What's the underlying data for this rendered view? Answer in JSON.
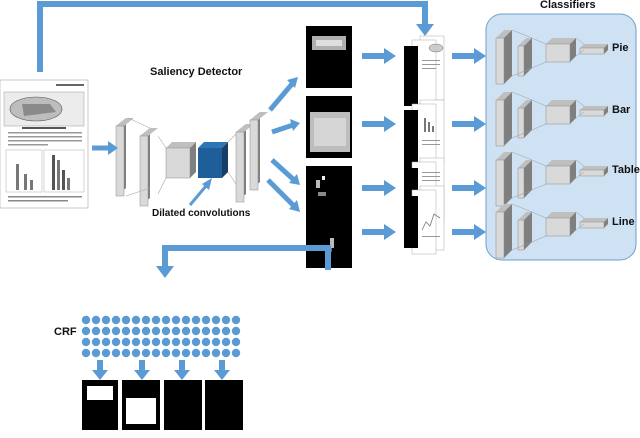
{
  "labels": {
    "saliency_detector": "Saliency Detector",
    "dilated_convolutions": "Dilated convolutions",
    "classifiers": "Classifiers",
    "crf": "CRF"
  },
  "classifier_outputs": [
    "Pie",
    "Bar",
    "Table",
    "Line"
  ],
  "colors": {
    "arrow": "#5b9bd5",
    "panel": "#cfe2f3",
    "dilated_block": "#1f5f99",
    "block_face": "#d9d9d9",
    "block_side": "#7f7f7f"
  }
}
